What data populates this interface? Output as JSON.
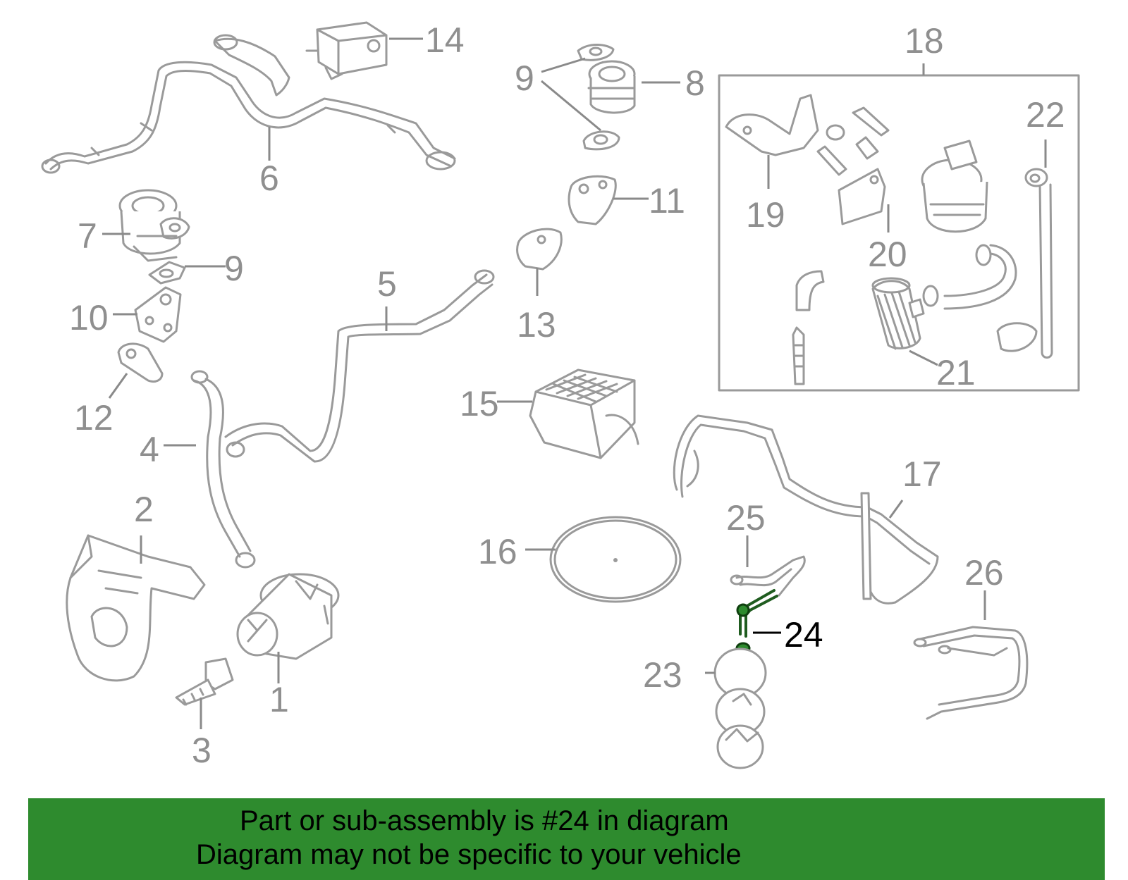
{
  "diagram": {
    "callouts": [
      "1",
      "2",
      "3",
      "4",
      "5",
      "6",
      "7",
      "8",
      "9",
      "9",
      "10",
      "11",
      "12",
      "13",
      "14",
      "15",
      "16",
      "17",
      "18",
      "19",
      "20",
      "21",
      "22",
      "23",
      "24",
      "25",
      "26"
    ],
    "highlighted_part": "24",
    "colors": {
      "part_stroke": "#9a9a9a",
      "callout_text": "#8f8f8f",
      "highlight": "#2e8b2e",
      "banner_bg": "#2e8b2e",
      "banner_text": "#000000",
      "background": "#ffffff"
    }
  },
  "banner": {
    "line1": "Part or sub-assembly is #24 in diagram",
    "line2": "Diagram may not be specific to your vehicle"
  }
}
